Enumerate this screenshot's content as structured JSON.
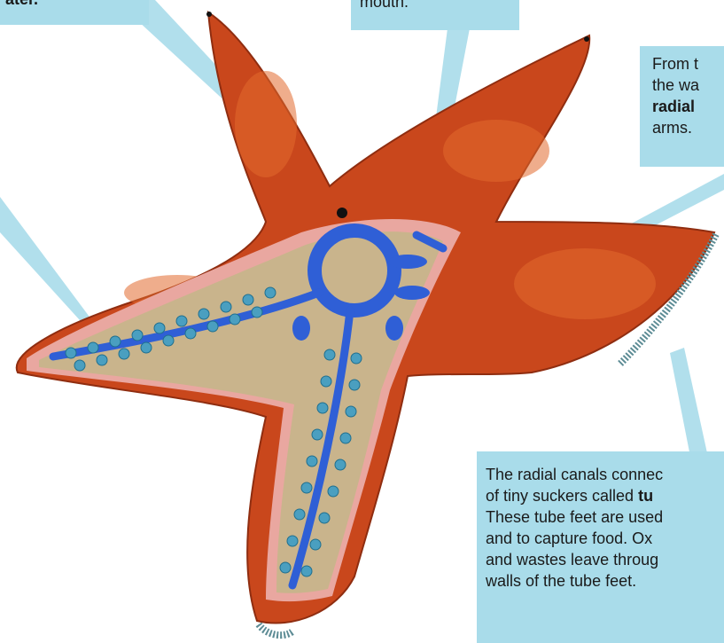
{
  "callouts": {
    "top_left": {
      "text": "ater."
    },
    "top": {
      "text": "mouth."
    },
    "right": {
      "line1": "From t",
      "line2": "the wa",
      "line3_bold": "radial",
      "line4": "arms."
    },
    "bottom": {
      "line1": "The radial canals connec",
      "line2_pre": "of tiny suckers called ",
      "line2_bold": "tu",
      "line3": "These tube feet are used",
      "line4": "and to capture food. Ox",
      "line5": "and wastes leave throug",
      "line6": "walls of the tube feet."
    }
  },
  "colors": {
    "starfish_body": "#c9471c",
    "starfish_highlight": "#e2692e",
    "cutaway_interior": "#c9b48c",
    "cutaway_rim": "#e9a7a0",
    "water_vascular_system": "#2f5fd6",
    "tube_feet": "#4a9fc0",
    "callout_background": "#a9dcea",
    "leader_line": "#a9dcea"
  }
}
